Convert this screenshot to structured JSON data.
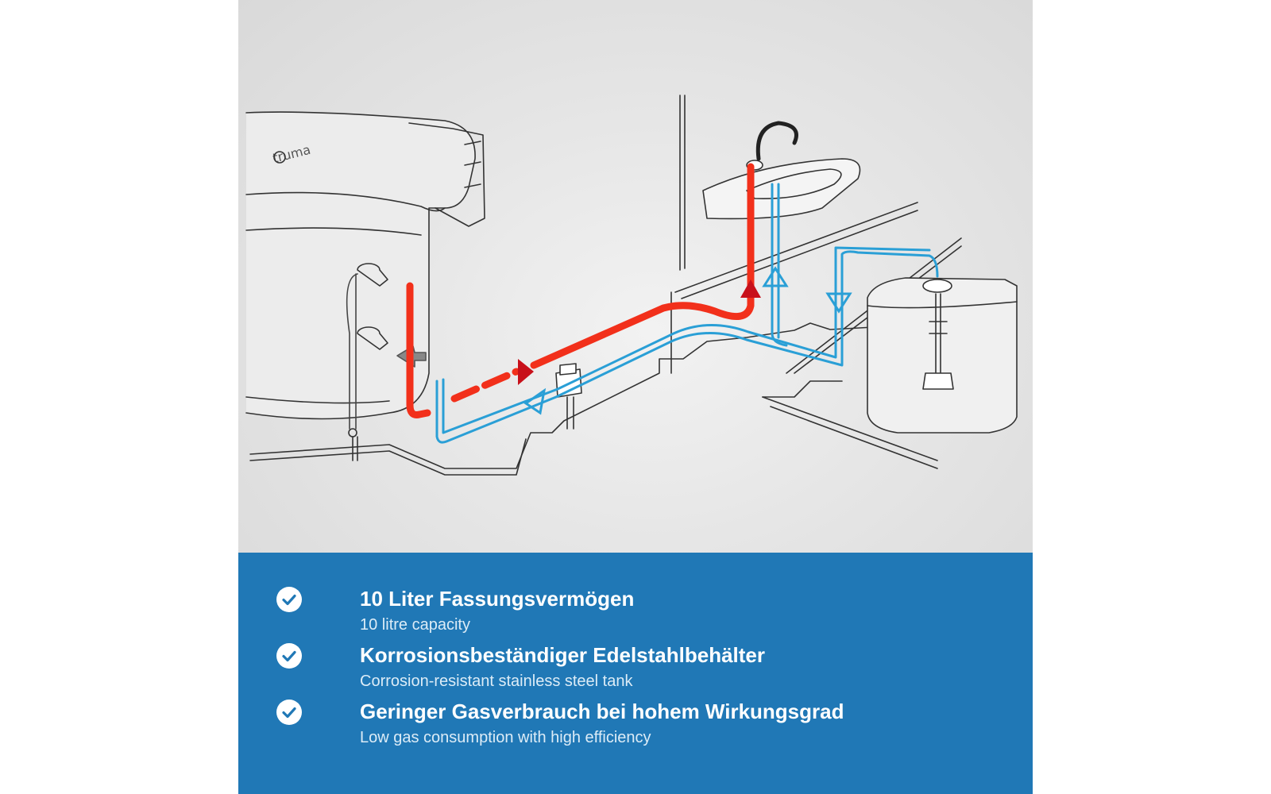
{
  "illustration": {
    "brand_logo": "truma",
    "hot_color": "#f2301b",
    "cold_color": "#2a9fd6",
    "icons": [
      "water-heater-icon",
      "sink-faucet-icon",
      "fresh-water-tank-icon",
      "drain-valve-icon"
    ]
  },
  "features": [
    {
      "title": "10 Liter Fassungsvermögen",
      "subtitle": "10 litre capacity",
      "icon": "check-icon"
    },
    {
      "title": "Korrosionsbeständiger Edelstahlbehälter",
      "subtitle": "Corrosion-resistant stainless steel tank",
      "icon": "check-icon"
    },
    {
      "title": "Geringer Gasverbrauch bei hohem Wirkungsgrad",
      "subtitle": "Low gas consumption with high efficiency",
      "icon": "check-icon"
    }
  ],
  "colors": {
    "panel": "#2078b6",
    "text": "#ffffff"
  }
}
